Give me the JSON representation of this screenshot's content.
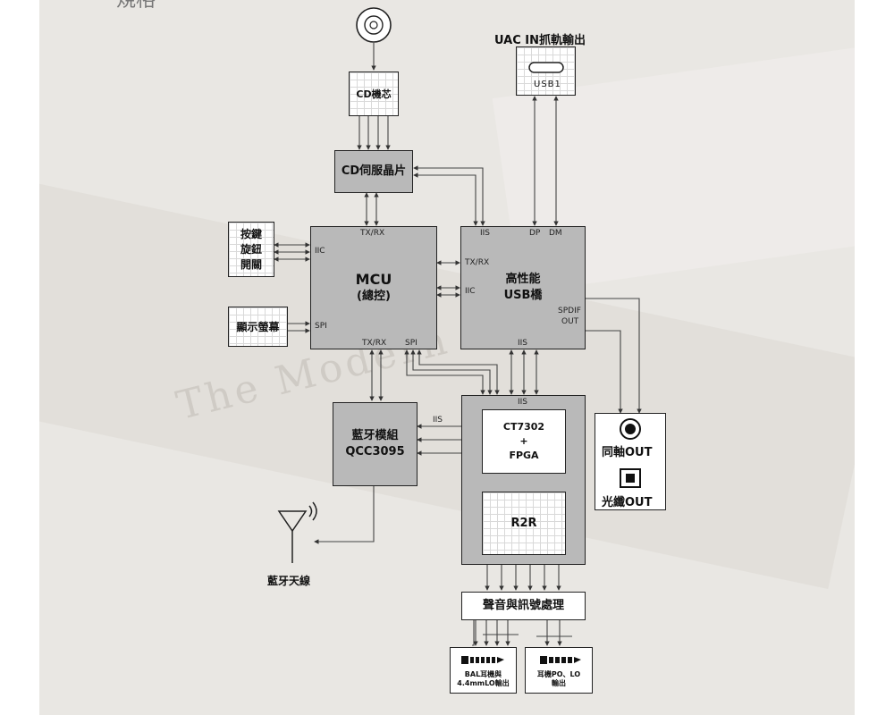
{
  "header_fragment": "規格",
  "watermark": "The Modern",
  "uac_label": "UAC IN抓軌輸出",
  "usb_port": "USB1",
  "cd_core": "CD機芯",
  "cd_servo": "CD伺服晶片",
  "keys_box": [
    "按鍵",
    "旋鈕",
    "開關"
  ],
  "display_box": "顯示螢幕",
  "mcu": {
    "title": "MCU",
    "subtitle": "(總控)"
  },
  "usb_bridge": {
    "title1": "高性能",
    "title2": "USB橋"
  },
  "signals": {
    "mcu_txrx_top": "TX/RX",
    "mcu_iic": "IIC",
    "mcu_spi": "SPI",
    "mcu_txrx_bottom": "TX/RX",
    "mcu_spi_bottom": "SPI",
    "usb_iis_top": "IIS",
    "usb_dp": "DP",
    "usb_dm": "DM",
    "usb_txrx": "TX/RX",
    "usb_iic": "IIC",
    "usb_spdif1": "SPDIF",
    "usb_spdif2": "OUT",
    "usb_iis_bottom": "IIS",
    "dac_iis_top": "IIS",
    "bt_iis": "IIS"
  },
  "bluetooth": {
    "line1": "藍牙模組",
    "line2": "QCC3095"
  },
  "antenna_label": "藍牙天線",
  "ct7302": {
    "line1": "CT7302",
    "line2": "+",
    "line3": "FPGA"
  },
  "r2r": "R2R",
  "coax_out": "同軸OUT",
  "optical_out": "光纖OUT",
  "audio_processing": "聲音與訊號處理",
  "bal_output": {
    "line1": "BAL耳機與",
    "line2": "4.4mmLO輸出"
  },
  "po_output": {
    "line1": "耳機PO、LO",
    "line2": "輸出"
  }
}
